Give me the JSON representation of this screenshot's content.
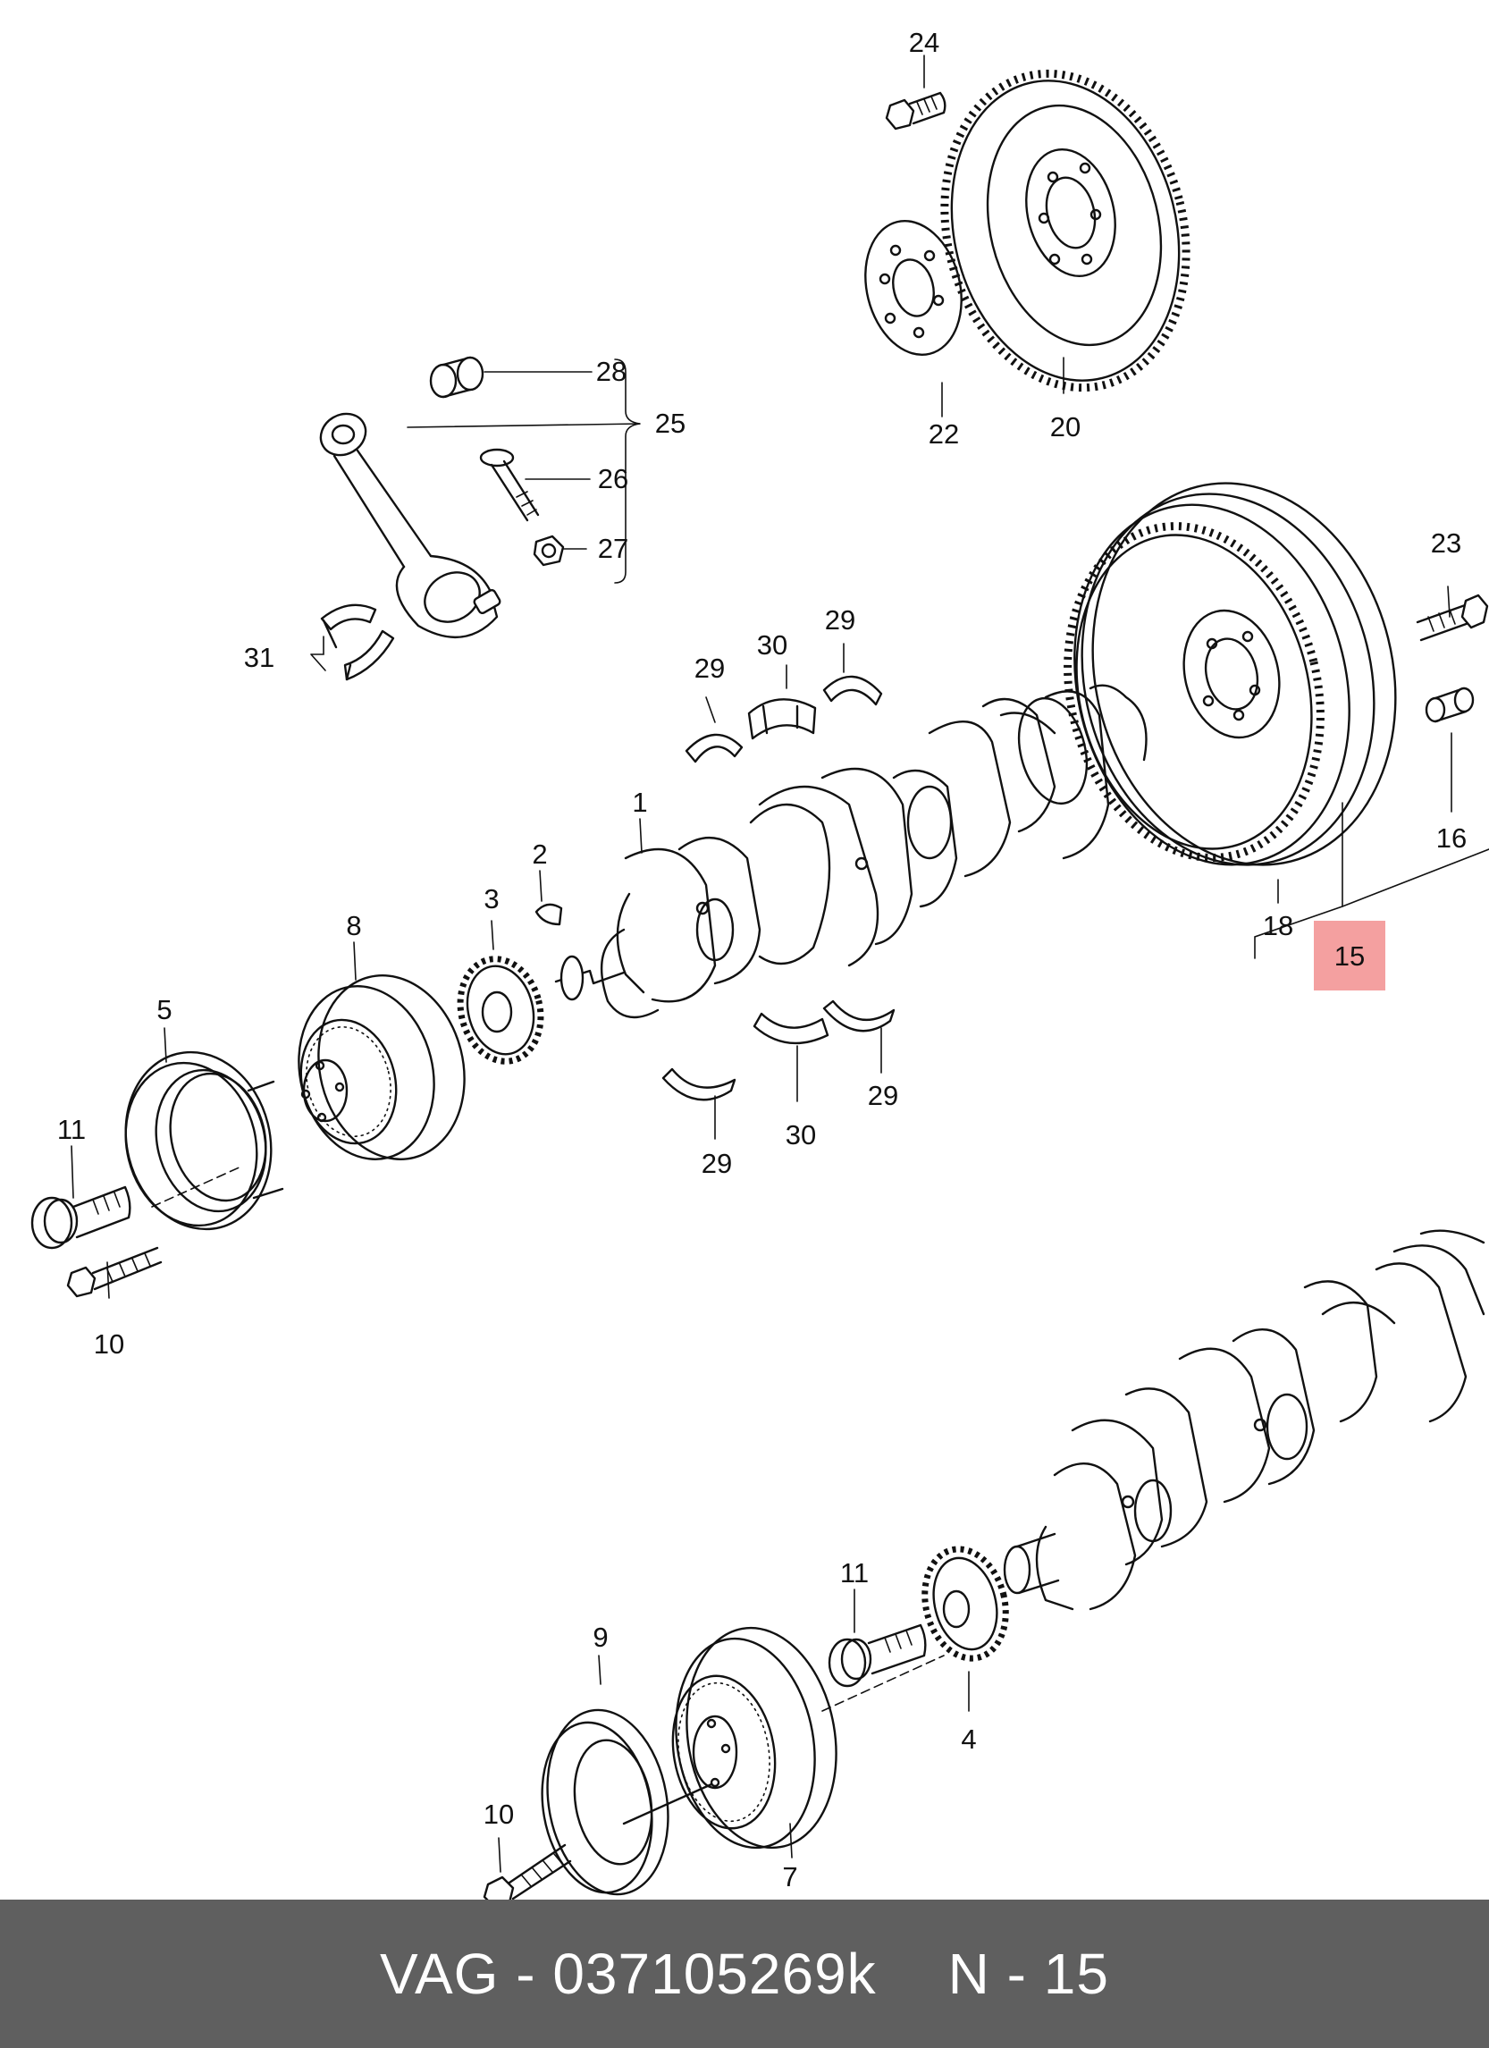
{
  "callouts": {
    "c1": "1",
    "c2": "2",
    "c3": "3",
    "c4": "4",
    "c5": "5",
    "c7": "7",
    "c8": "8",
    "c9": "9",
    "c10a": "10",
    "c10b": "10",
    "c11a": "11",
    "c11b": "11",
    "c15": "15",
    "c16": "16",
    "c18": "18",
    "c20": "20",
    "c22": "22",
    "c23": "23",
    "c24": "24",
    "c25": "25",
    "c26": "26",
    "c27": "27",
    "c28": "28",
    "c29a": "29",
    "c29b": "29",
    "c29c": "29",
    "c29d": "29",
    "c30a": "30",
    "c30b": "30",
    "c31": "31"
  },
  "highlight": {
    "callout": "15",
    "color": "#f4a0a0"
  },
  "footer": {
    "brand_part": "VAG - 037105269k",
    "ref": "N - 15",
    "background": "#5f5f5f",
    "text_color": "#ffffff"
  }
}
